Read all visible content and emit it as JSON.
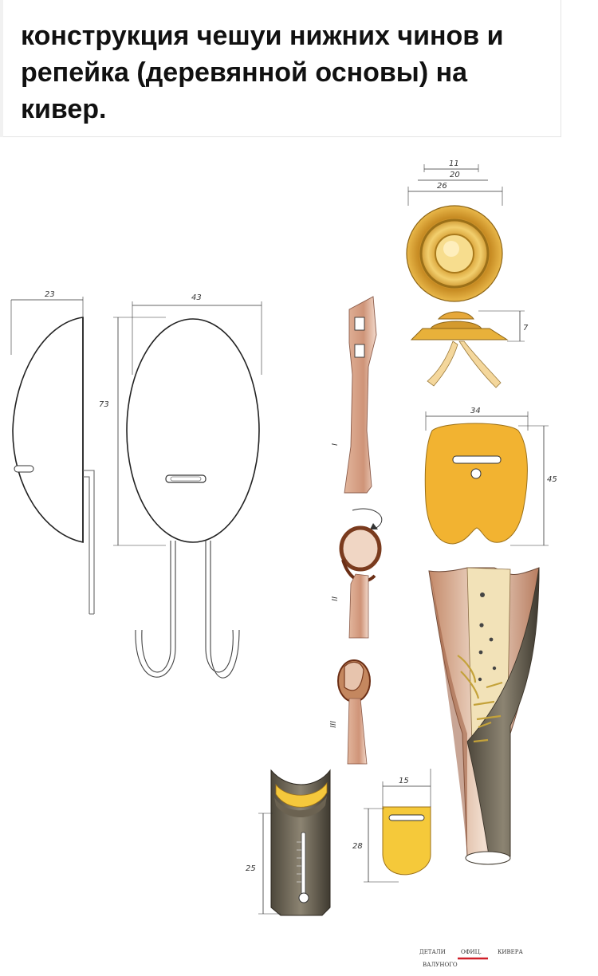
{
  "title": "конструкция чешуи нижних чинов и репейка (деревянной основы) на кивер.",
  "dimensions": {
    "half_width": "23",
    "oval_width": "43",
    "oval_height": "73",
    "rosette_inner": "11",
    "rosette_mid": "20",
    "rosette_outer": "26",
    "rosette_height": "7",
    "plate_width": "34",
    "plate_height": "45",
    "small_plate_width": "15",
    "small_plate_height": "28",
    "bottom_strap_height": "25"
  },
  "stages": [
    "I",
    "II",
    "III"
  ],
  "caption": {
    "line1_a": "ДЕТАЛИ",
    "line1_b": "ОФИЦ.",
    "line1_c": "КИВЕРА",
    "line2": "ВАЛУНОГО"
  },
  "colors": {
    "gold": "#e8b13a",
    "brass": "#d49a2e",
    "leather": "#d9a58a",
    "brown": "#8a4a2a",
    "dark": "#5b5446",
    "underline": "#d0202a"
  }
}
